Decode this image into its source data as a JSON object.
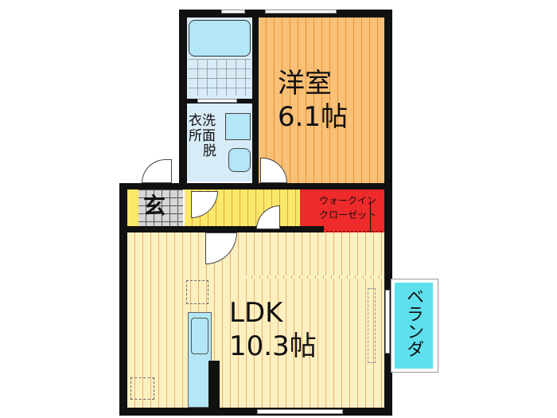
{
  "floorplan": {
    "rooms": {
      "western_room": {
        "name": "洋室",
        "size": "6.1帖"
      },
      "ldk": {
        "name": "LDK",
        "size": "10.3帖"
      },
      "washroom": {
        "line1": "衣洗",
        "line2": "所面",
        "line3": "脱"
      },
      "entrance": {
        "name": "玄"
      },
      "walk_in_closet": {
        "line1": "ウォークイン",
        "line2": "クローゼット"
      },
      "balcony": {
        "name": "ベランダ"
      }
    },
    "colors": {
      "western_room": "#f9c178",
      "hallway": "#fbe86a",
      "ldk": "#fdf0c0",
      "closet": "#ee2a2a",
      "wet_area": "#d8ecf8",
      "balcony": "#5fe0ee",
      "wall": "#111111"
    }
  }
}
